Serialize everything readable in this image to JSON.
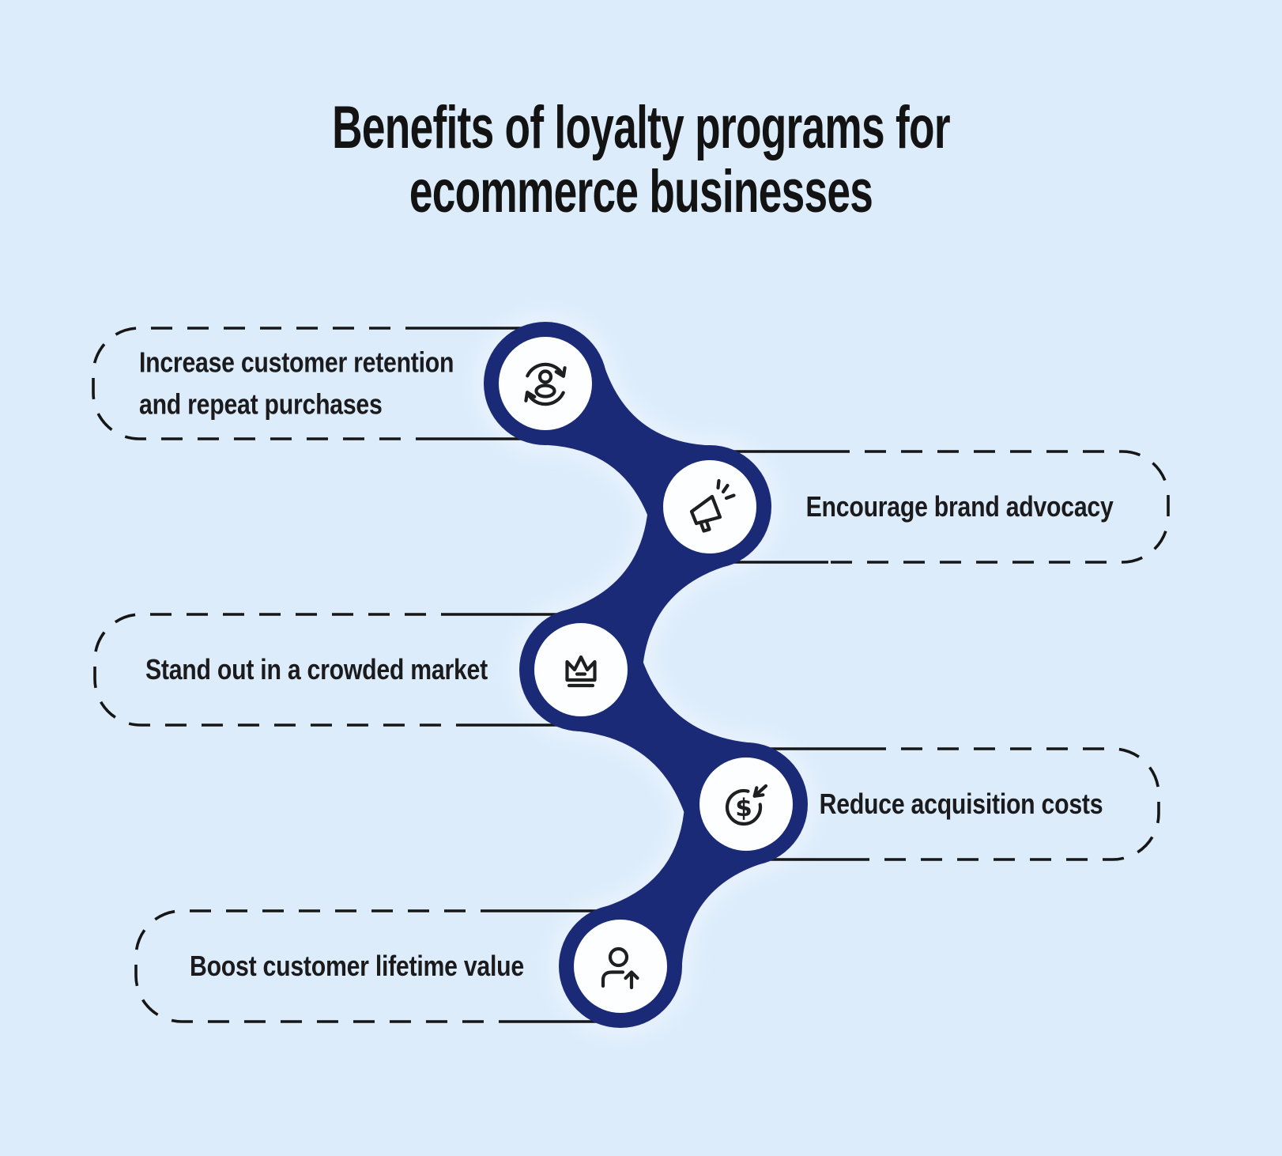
{
  "title_lines": [
    "Benefits of loyalty programs for",
    "ecommerce businesses"
  ],
  "benefits": [
    {
      "label_lines": [
        "Increase customer retention",
        "and repeat purchases"
      ],
      "icon": "customer-retention-sync-icon",
      "side": "left"
    },
    {
      "label_lines": [
        "Encourage brand advocacy"
      ],
      "icon": "megaphone-icon",
      "side": "right"
    },
    {
      "label_lines": [
        "Stand out in a crowded market"
      ],
      "icon": "crown-icon",
      "side": "left"
    },
    {
      "label_lines": [
        "Reduce acquisition costs"
      ],
      "icon": "dollar-circular-arrow-icon",
      "side": "right"
    },
    {
      "label_lines": [
        "Boost customer lifetime value"
      ],
      "icon": "person-up-arrow-icon",
      "side": "left"
    }
  ],
  "glyphs": {
    "dollar": "$"
  },
  "colors": {
    "background": "#dcecfb",
    "chain_navy": "#1b2a76",
    "halo": "#e9f2fd",
    "card_border": "#161616",
    "circle_fill": "#fdfeff",
    "icon_stroke": "#1f1f1f",
    "text": "#1b1b1d",
    "title": "#131313"
  }
}
